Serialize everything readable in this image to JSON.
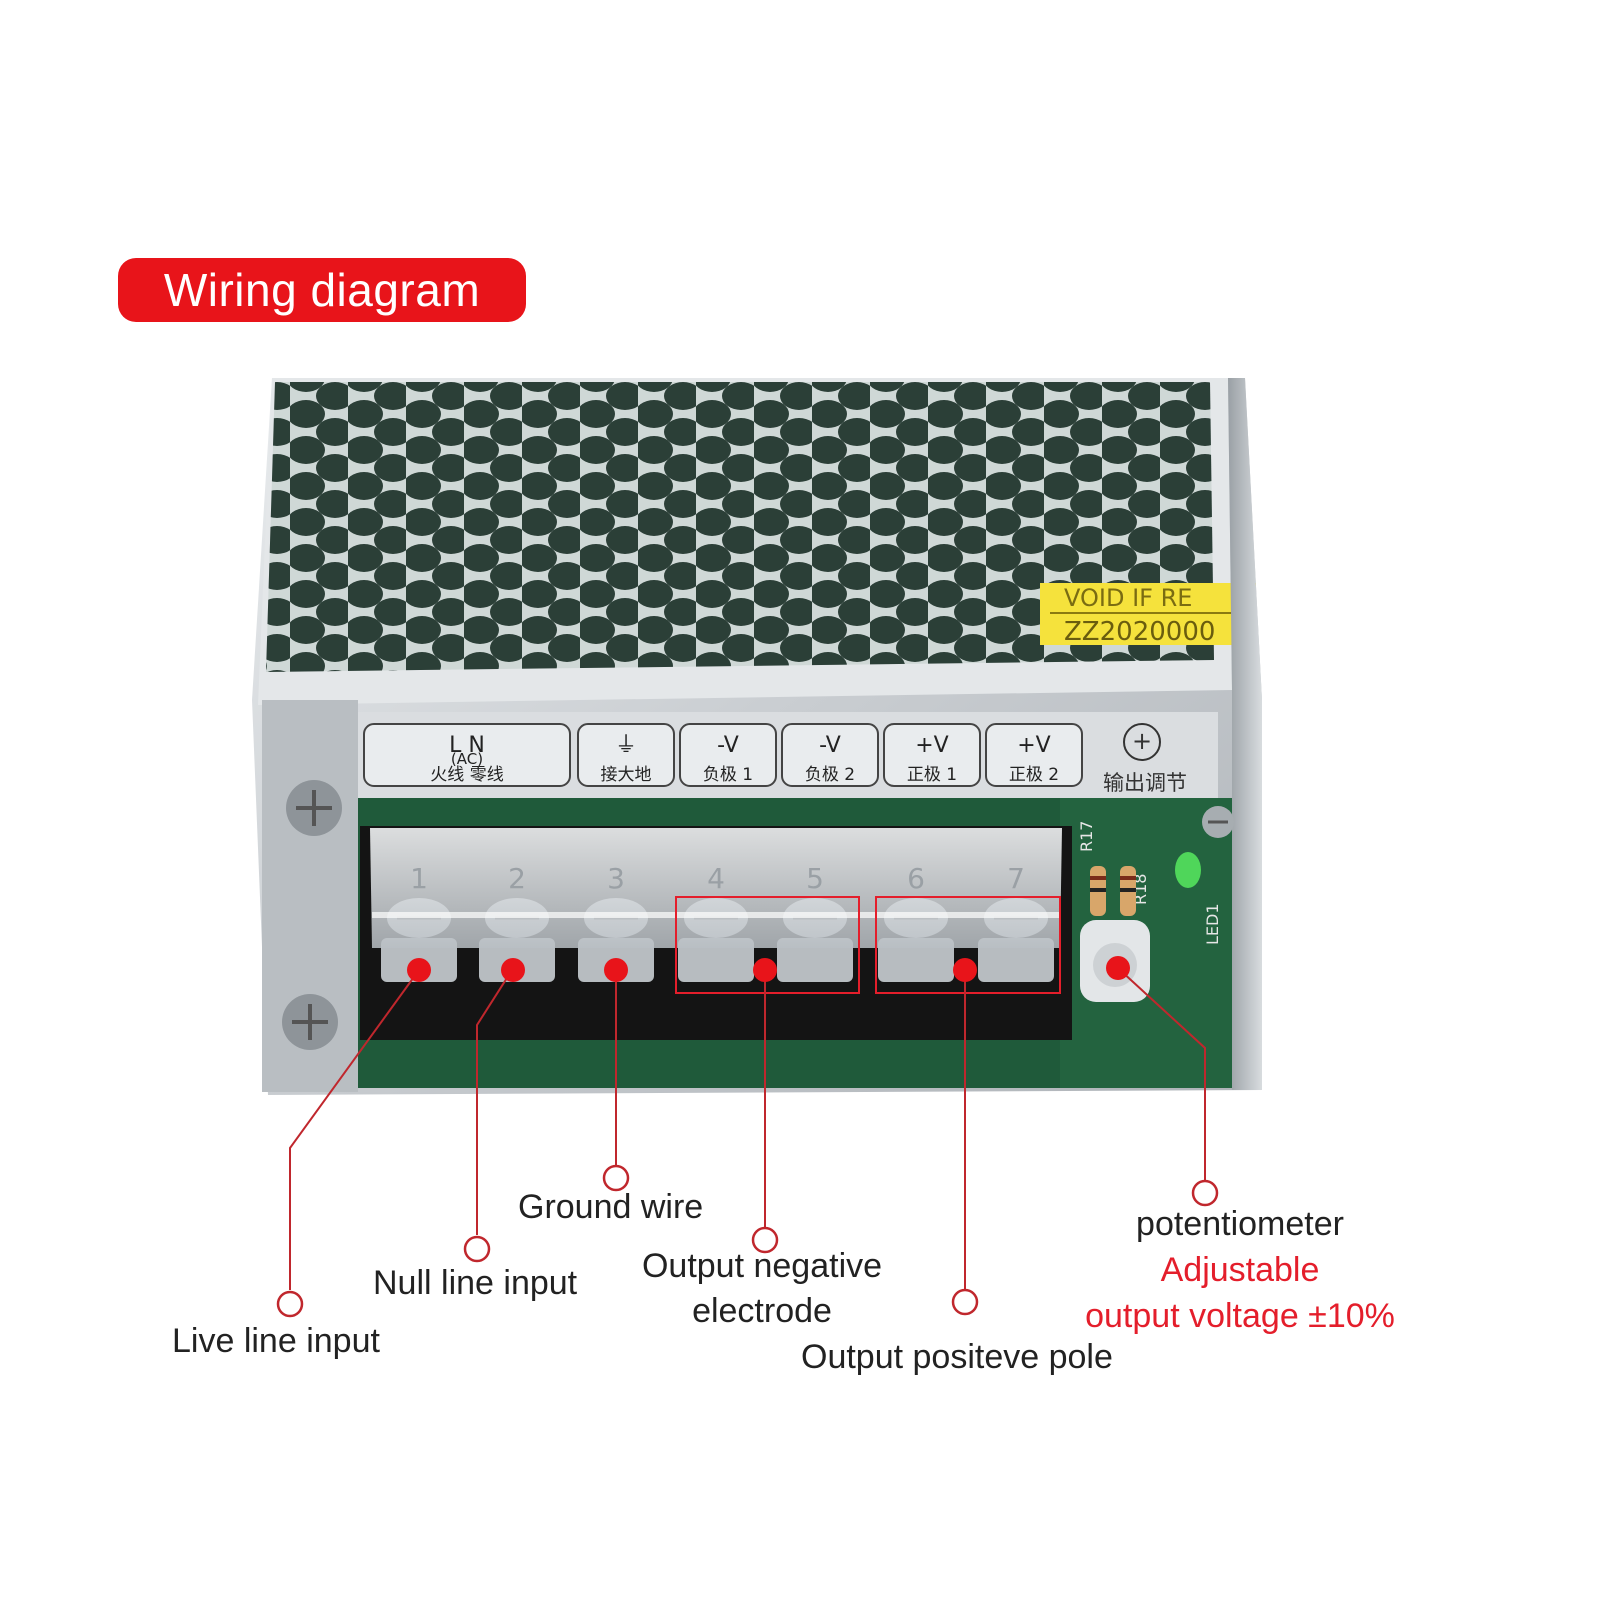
{
  "title": "Wiring diagram",
  "colors": {
    "accent": "#e8141a",
    "callout_line": "#c0272d",
    "pcb": "#1f5a3a",
    "metal": "#cfd3d6"
  },
  "label_strip": [
    {
      "top": "L      N",
      "mid": "(AC)",
      "bottom": "火线    零线"
    },
    {
      "top": "⏚",
      "mid": "",
      "bottom": "接大地"
    },
    {
      "top": "-V",
      "mid": "",
      "bottom": "负极 1"
    },
    {
      "top": "-V",
      "mid": "",
      "bottom": "负极 2"
    },
    {
      "top": "+V",
      "mid": "",
      "bottom": "正极 1"
    },
    {
      "top": "+V",
      "mid": "",
      "bottom": "正极 2"
    }
  ],
  "adjust_label": "输出调节",
  "terminal_numbers": [
    "1",
    "2",
    "3",
    "4",
    "5",
    "6",
    "7"
  ],
  "sticker": {
    "line1": "VOID IF RE",
    "line2": "ZZ2020000"
  },
  "pcb_marks": {
    "r18": "R18",
    "r17": "R17",
    "led": "LED1"
  },
  "callouts": {
    "live": "Live line input",
    "null": "Null line input",
    "ground": "Ground wire",
    "neg_line1": "Output negative",
    "neg_line2": "electrode",
    "pos": "Output positeve pole",
    "pot": "potentiometer",
    "adj1": "Adjustable",
    "adj2": "output voltage ±10%"
  }
}
